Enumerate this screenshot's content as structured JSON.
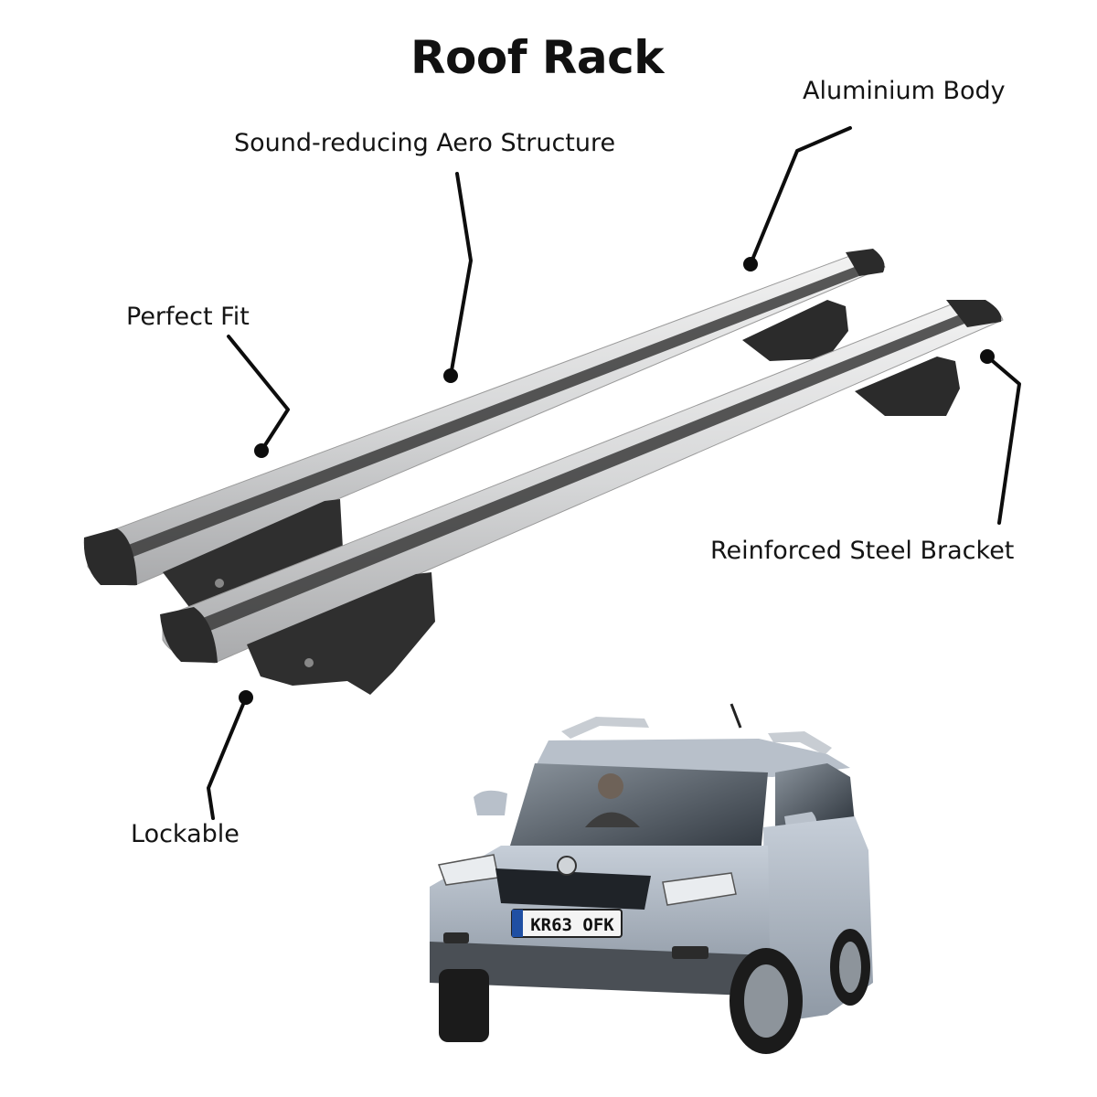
{
  "title": "Roof Rack",
  "callouts": {
    "aluminium_body": "Aluminium Body",
    "sound_reducing": "Sound-reducing Aero Structure",
    "perfect_fit": "Perfect Fit",
    "reinforced_bracket": "Reinforced Steel Bracket",
    "lockable": "Lockable"
  },
  "car": {
    "plate": "KR63 OFK",
    "body_color": "#a9b3bf",
    "glass_color": "#3a4450"
  },
  "rack": {
    "bar_color": "#d9dadb",
    "channel_color": "#3b3b3b",
    "foot_color": "#2b2b2b"
  },
  "icons": [
    "callout-dot-icon"
  ]
}
